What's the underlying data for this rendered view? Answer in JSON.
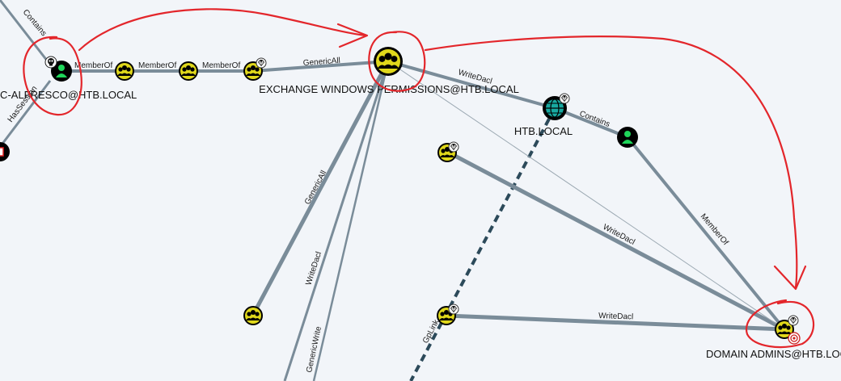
{
  "graph": {
    "background": "#f2f5f9",
    "edge_color": "#7a8c99",
    "gplink_color": "#2c4a5a",
    "annotation_color": "#e3262b",
    "nodes": {
      "alfresco_user": {
        "label": "SVC-ALFRESCO@HTB.LOCAL",
        "kind": "user",
        "badge": "owned-skull"
      },
      "group_1": {
        "label": "",
        "kind": "group"
      },
      "group_2": {
        "label": "",
        "kind": "group"
      },
      "group_3": {
        "label": "",
        "kind": "group",
        "badge": "high-value"
      },
      "exchange_windows_permissions": {
        "label": "EXCHANGE WINDOWS PERMISSIONS@HTB.LOCAL",
        "kind": "group"
      },
      "htb_local": {
        "label": "HTB.LOCAL",
        "kind": "domain",
        "badge": "high-value"
      },
      "domain_user": {
        "label": "",
        "kind": "user"
      },
      "group_mid": {
        "label": "",
        "kind": "group",
        "badge": "high-value"
      },
      "group_low": {
        "label": "",
        "kind": "group"
      },
      "group_gp": {
        "label": "",
        "kind": "group",
        "badge": "high-value"
      },
      "domain_admins": {
        "label": "DOMAIN ADMINS@HTB.LOCAL",
        "kind": "group",
        "badge": "high-value-target"
      }
    },
    "edges": {
      "contains_top": "Contains",
      "has_session": "HasSession",
      "memberof_1": "MemberOf",
      "memberof_2": "MemberOf",
      "memberof_3": "MemberOf",
      "genericall_top": "GenericAll",
      "writedacl_top": "WriteDacl",
      "contains_domain": "Contains",
      "genericall_down": "GenericAll",
      "writedacl_down": "WriteDacl",
      "genericwrite_down": "GenericWrite",
      "gplink": "GpLink",
      "writedacl_mid": "WriteDacl",
      "memberof_da": "MemberOf",
      "writedacl_low": "WriteDacl"
    }
  }
}
